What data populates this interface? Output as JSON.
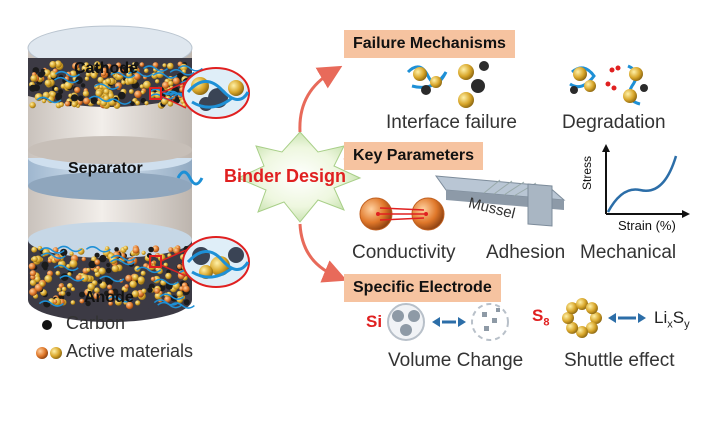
{
  "battery": {
    "cathode": "Cathode",
    "separator": "Separator",
    "anode": "Anode"
  },
  "center": {
    "binder_design": "Binder Design"
  },
  "legend": [
    {
      "label": "Carbon",
      "icon": "carbon-dot"
    },
    {
      "label": "Active materials",
      "icon": "active-material-spheres"
    }
  ],
  "sections": {
    "failure": {
      "title": "Failure Mechanisms",
      "items": [
        "Interface failure",
        "Degradation"
      ]
    },
    "parameters": {
      "title": "Key Parameters",
      "items": [
        "Conductivity",
        "Adhesion",
        "Mechanical"
      ],
      "mussel": "Mussel",
      "stress_strain": {
        "ylabel": "Stress",
        "xlabel": "Strain (%)"
      }
    },
    "electrode": {
      "title": "Specific Electrode",
      "si": "Si",
      "s8_main": "S",
      "s8_sub": "8",
      "lixsy": {
        "li": "Li",
        "x": "x",
        "s": "S",
        "y": "y"
      },
      "items": [
        "Volume Change",
        "Shuttle effect"
      ]
    }
  },
  "colors": {
    "header_bg": "#f6c3a0",
    "binder_text": "#e02020",
    "arrow": "#e86a5a",
    "binder_blue": "#1e90d6",
    "cyl_top": "#bfd4e8"
  }
}
